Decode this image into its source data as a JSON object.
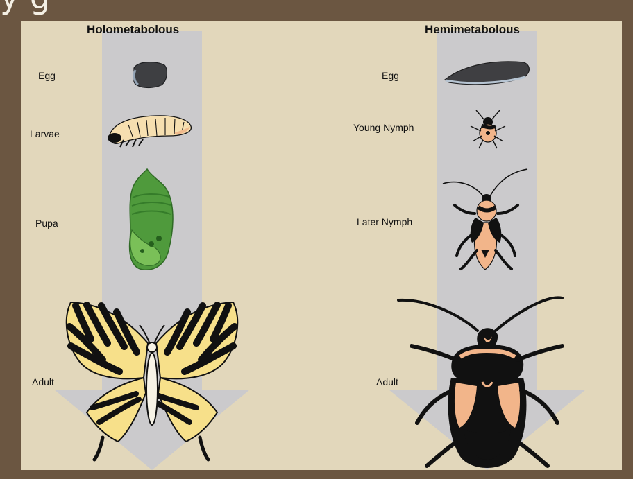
{
  "header_fragment": "y   g",
  "columns": [
    {
      "title": "Holometabolous",
      "stages": [
        "Egg",
        "Larvae",
        "Pupa",
        "Adult"
      ]
    },
    {
      "title": "Hemimetabolous",
      "stages": [
        "Egg",
        "Young Nymph",
        "Later Nymph",
        "Adult"
      ]
    }
  ],
  "colors": {
    "frame": "#6b5641",
    "background": "#e2d7bb",
    "arrow": "#c9c9cc",
    "butterfly_yellow": "#f7e08a",
    "bug_orange": "#f2b58a",
    "pupa_green": "#4f9a3c"
  }
}
